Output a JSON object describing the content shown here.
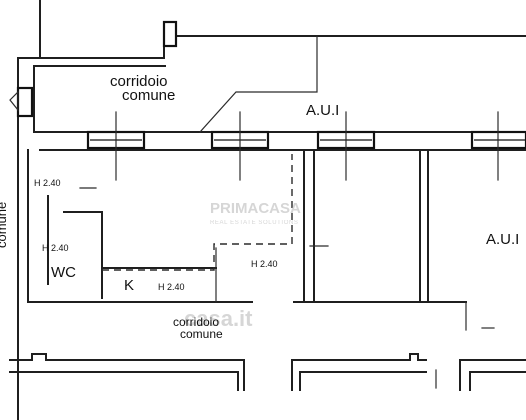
{
  "labels": {
    "corridor_top_line1": "corridoio",
    "corridor_top_line2": "comune",
    "aui_top": "A.U.I",
    "aui_right": "A.U.I",
    "height_1": "H 2.40",
    "height_2": "H 2.40",
    "height_3": "H 2.40",
    "height_4": "H 2.40",
    "wc": "WC",
    "kitchen": "K",
    "corridor_bottom_line1": "corridoio",
    "corridor_bottom_line2": "comune",
    "left_vertical": "comune"
  },
  "watermarks": {
    "brand": "PRIMACASA",
    "brand_sub": "REAL ESTATE SOLUTIONS",
    "site": "casa.it"
  },
  "colors": {
    "walls": "#1f1f1f",
    "background": "#ffffff",
    "watermark": "#c9c9c9"
  }
}
